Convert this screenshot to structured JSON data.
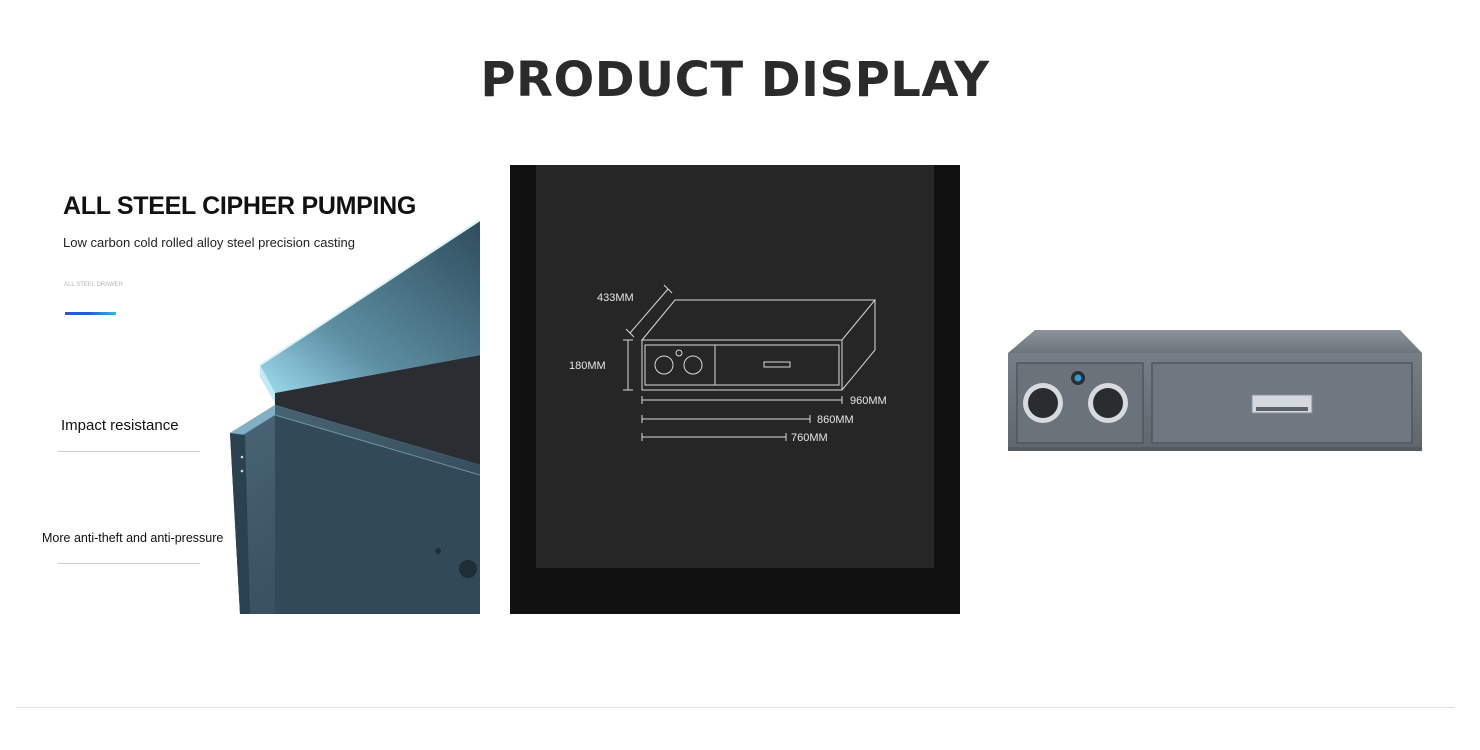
{
  "page": {
    "title": "PRODUCT DISPLAY"
  },
  "left_panel": {
    "heading": "ALL STEEL CIPHER PUMPING",
    "subheading": "Low carbon cold rolled alloy steel precision casting",
    "tag": "ALL STEEL DRAWER",
    "features": [
      "Impact resistance",
      "More anti-theft and anti-pressure"
    ],
    "accent_colors": [
      "#1e5fd8",
      "#37b6d8"
    ],
    "drawer_color": "#3d5868"
  },
  "middle_panel": {
    "background": "#262626",
    "dimensions": {
      "depth": "433MM",
      "height": "180MM",
      "width_outer": "960MM",
      "width_mid": "860MM",
      "width_inner": "760MM"
    }
  },
  "right_panel": {
    "drawer_color": "#6f7780",
    "indicator_color": "#2c9bd8"
  }
}
